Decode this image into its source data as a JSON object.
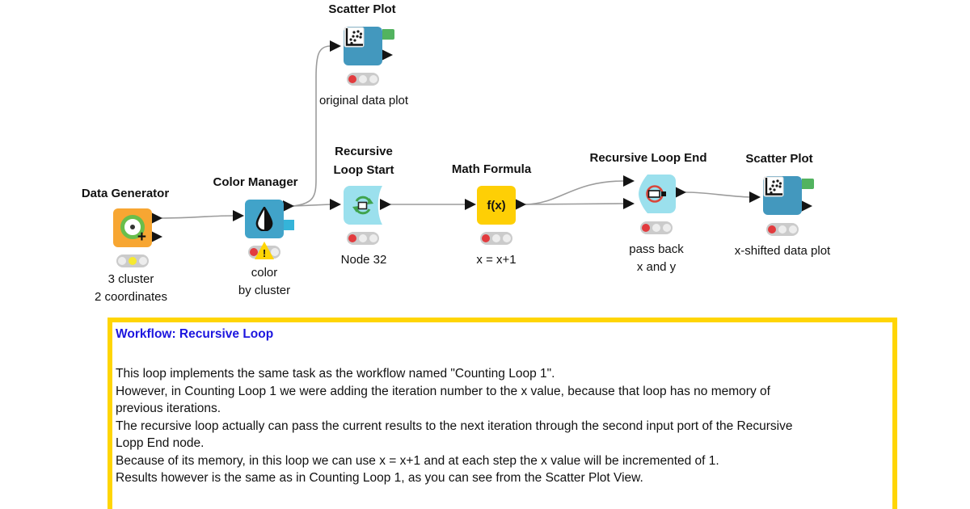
{
  "nodes": [
    {
      "id": "data-generator",
      "title": "Data Generator",
      "labels": [
        "3 cluster",
        "2 coordinates"
      ],
      "status": "yellow"
    },
    {
      "id": "color-manager",
      "title": "Color Manager",
      "labels": [
        "color",
        "by cluster"
      ],
      "status": "red-warning"
    },
    {
      "id": "scatter-plot-top",
      "title": "Scatter Plot",
      "labels": [
        "original data plot"
      ],
      "status": "red"
    },
    {
      "id": "recursive-loop-start",
      "title": "Recursive Loop Start",
      "labels": [
        "Node 32"
      ],
      "status": "red"
    },
    {
      "id": "math-formula",
      "title": "Math Formula",
      "icon_text": "f(x)",
      "labels": [
        "x = x+1"
      ],
      "status": "red"
    },
    {
      "id": "recursive-loop-end",
      "title": "Recursive Loop End",
      "labels": [
        "pass back",
        "x and y"
      ],
      "status": "red"
    },
    {
      "id": "scatter-plot-right",
      "title": "Scatter Plot",
      "labels": [
        "x-shifted data plot"
      ],
      "status": "red"
    }
  ],
  "icons": {
    "plus_glyph": "+",
    "warning_glyph": "!",
    "cluster_icon": "green-ring-with-dot",
    "color_drop_icon": "half-filled-water-drop",
    "scatter_icon": "dot-grid-plot",
    "loop_start_icon": "green-circular-arrows",
    "loop_end_icon": "red-ring-collector",
    "view_port_icon": "green-view-tab"
  },
  "annotation": {
    "title": "Workflow: Recursive Loop",
    "lines": [
      "This loop implements the same task as the workflow named \"Counting Loop 1\".",
      "However, in Counting Loop 1 we were adding the iteration number to the x value, because that loop has no memory of",
      "previous iterations.",
      "The recursive loop actually can pass the current results to the next iteration through the second input port of the Recursive",
      "Lopp End node.",
      "Because of its memory, in this loop we can use x = x+1 and at each step the x value will be incremented of 1.",
      "Results however is the same as in Counting Loop 1, as you can see from the Scatter Plot View."
    ]
  },
  "colors": {
    "node_orange": "#F7A632",
    "node_teal": "#4398BE",
    "node_color_manager": "#41A3C9",
    "node_cyan": "#9BE0ED",
    "node_yellow": "#FECF05",
    "view_port_green": "#52B35F",
    "status_red": "#E23B3E",
    "status_yellow": "#F6E930",
    "wire_gray": "#9C9C9C",
    "annotation_border": "#FFD504",
    "annotation_title_blue": "#1D16DF",
    "square_port_cyan": "#35B4D9"
  }
}
